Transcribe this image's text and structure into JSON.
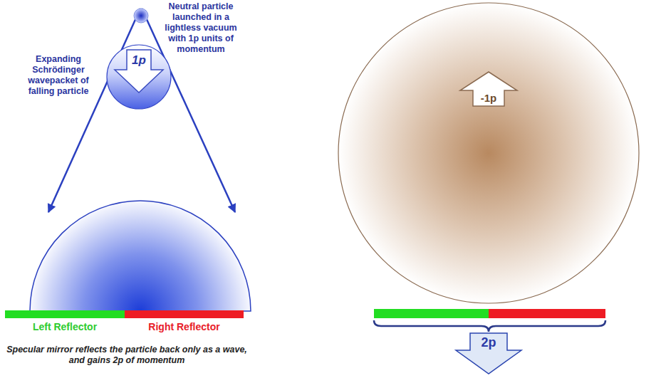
{
  "diagram": {
    "caption": "Specular mirror reflects the particle back only as a wave, and gains 2p of momentum",
    "nodes": [
      {
        "text": [
          "1p"
        ]
      },
      {
        "text": [
          "-1p"
        ]
      },
      {
        "text": [
          "2p"
        ]
      }
    ],
    "labels": [
      "Neutral particle launched in a lightless vacuum with 1p units of momentum",
      "Expanding Schrödinger wavepacket of falling particle",
      "Left Reflector",
      "Right Reflector"
    ]
  }
}
